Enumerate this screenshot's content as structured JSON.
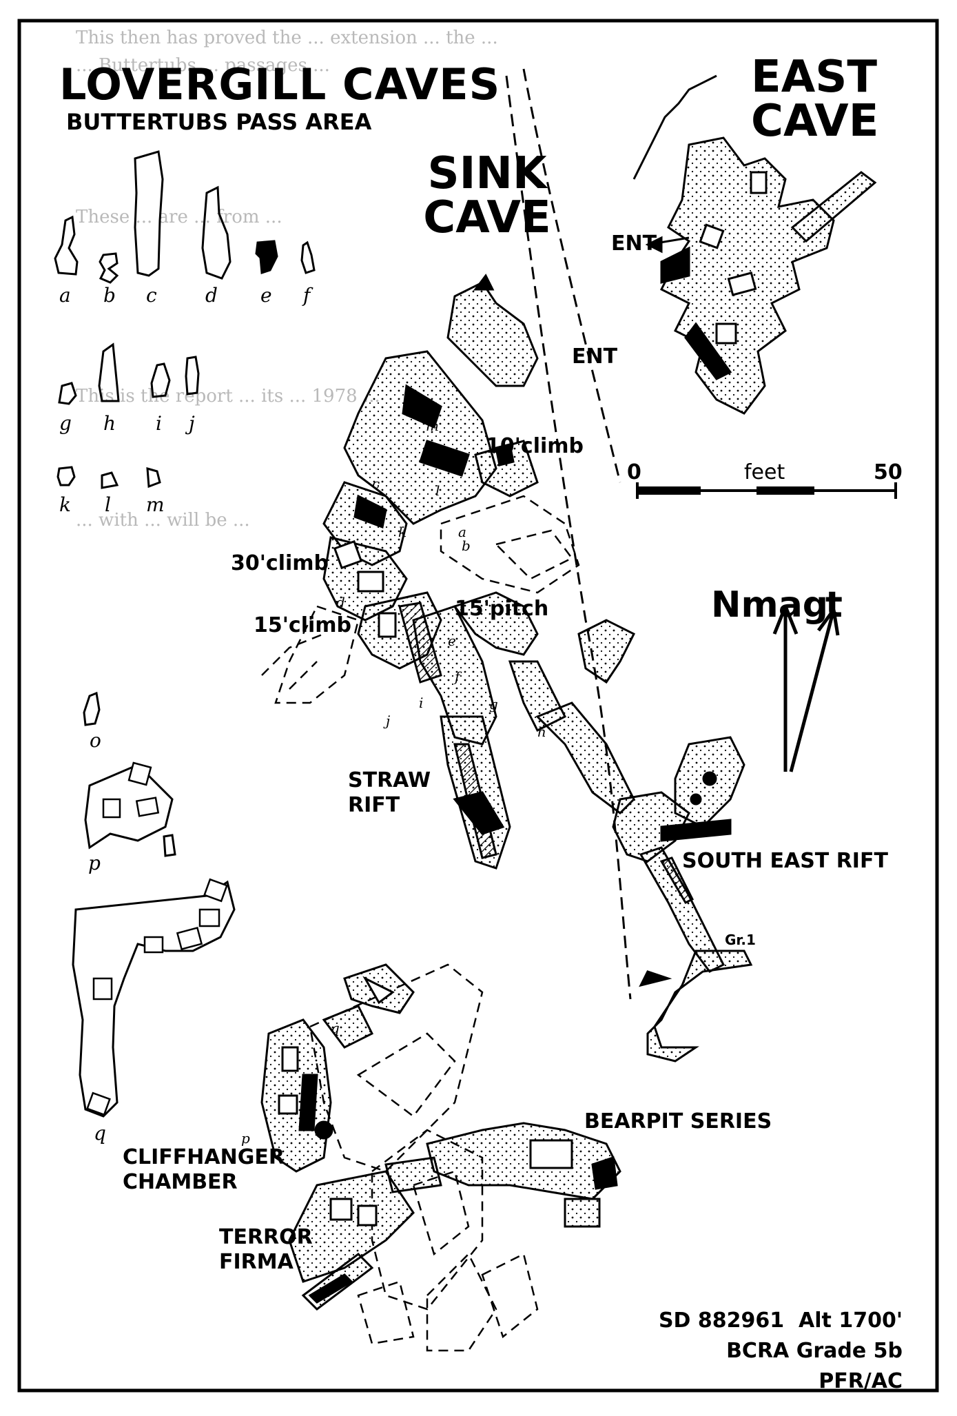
{
  "background_text": [
    "This then has proved the ... extension ... the ...",
    "... Buttertubs ... passages ...",
    "These ... are ... from ...",
    "This is the report ... its ... 1978 ...",
    "... with ... will be ..."
  ],
  "map": {
    "title": "LOVERGILL CAVES",
    "subtitle": "BUTTERTUBS PASS AREA",
    "caves": {
      "sink_cave": "SINK CAVE",
      "east_cave": "EAST CAVE"
    },
    "labels": {
      "ent_sink": "ENT",
      "ent_east": "ENT",
      "climb_10": "10'climb",
      "climb_30": "30'climb",
      "climb_15": "15'climb",
      "pitch_15": "15'pitch",
      "straw_rift": "STRAW RIFT",
      "south_east_rift": "SOUTH EAST RIFT",
      "gr1": "Gr.1",
      "bearpit_series": "BEARPIT SERIES",
      "cliffhanger": "CLIFFHANGER CHAMBER",
      "terror_firma": "TERROR FIRMA"
    },
    "scale": {
      "start": "0",
      "unit": "feet",
      "end": "50"
    },
    "north": "Nmag",
    "north_true": "t",
    "section_letters": [
      "a",
      "b",
      "c",
      "d",
      "e",
      "f",
      "g",
      "h",
      "i",
      "j",
      "k",
      "l",
      "m",
      "o",
      "p",
      "q"
    ],
    "info": {
      "grid_ref": "SD 882961",
      "altitude": "Alt 1700'",
      "grade": "BCRA Grade 5b",
      "surveyors": "PFR/AC"
    }
  }
}
